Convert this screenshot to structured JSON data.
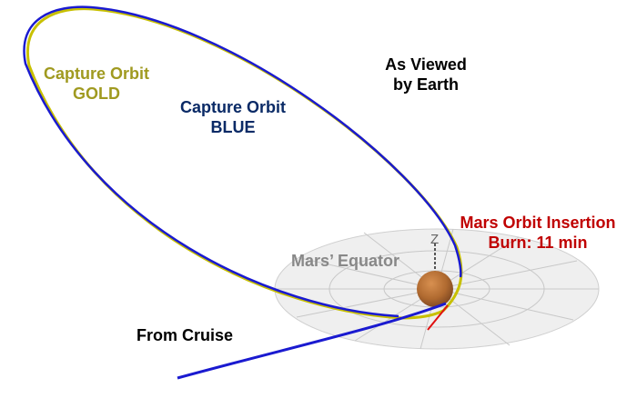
{
  "labels": {
    "capture_gold": [
      "Capture Orbit",
      "GOLD"
    ],
    "capture_blue": [
      "Capture Orbit",
      "BLUE"
    ],
    "viewed": [
      "As Viewed",
      "by Earth"
    ],
    "moi": [
      "Mars Orbit Insertion",
      "Burn:  11 min"
    ],
    "equator": "Mars’ Equator",
    "cruise": "From Cruise",
    "z_axis": "Z"
  },
  "colors": {
    "gold": "#c8c000",
    "gold_text": "#a09a20",
    "blue": "#1a1ad0",
    "blue_text": "#0a2a66",
    "red": "#c00000",
    "equator_text": "#888888",
    "mars": "#b86a30"
  }
}
